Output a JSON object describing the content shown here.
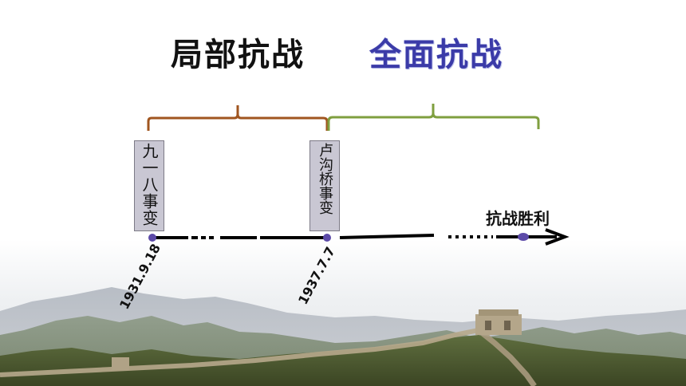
{
  "titles": {
    "partial_war": "局部抗战",
    "total_war": "全面抗战"
  },
  "events": [
    {
      "label": "九一八事变",
      "date": "1931.9.18"
    },
    {
      "label": "卢沟桥事变",
      "date": "1937.7.7"
    }
  ],
  "end_label": "抗战胜利",
  "colors": {
    "title_partial": "#111111",
    "title_total": "#3b3ba8",
    "brace_partial": "#a0551f",
    "brace_total": "#7f9f3f",
    "timeline": "#000000",
    "marker": "#5c4aa8",
    "event_box": "#c9c7d3"
  },
  "background": "great-wall-mountain-landscape"
}
